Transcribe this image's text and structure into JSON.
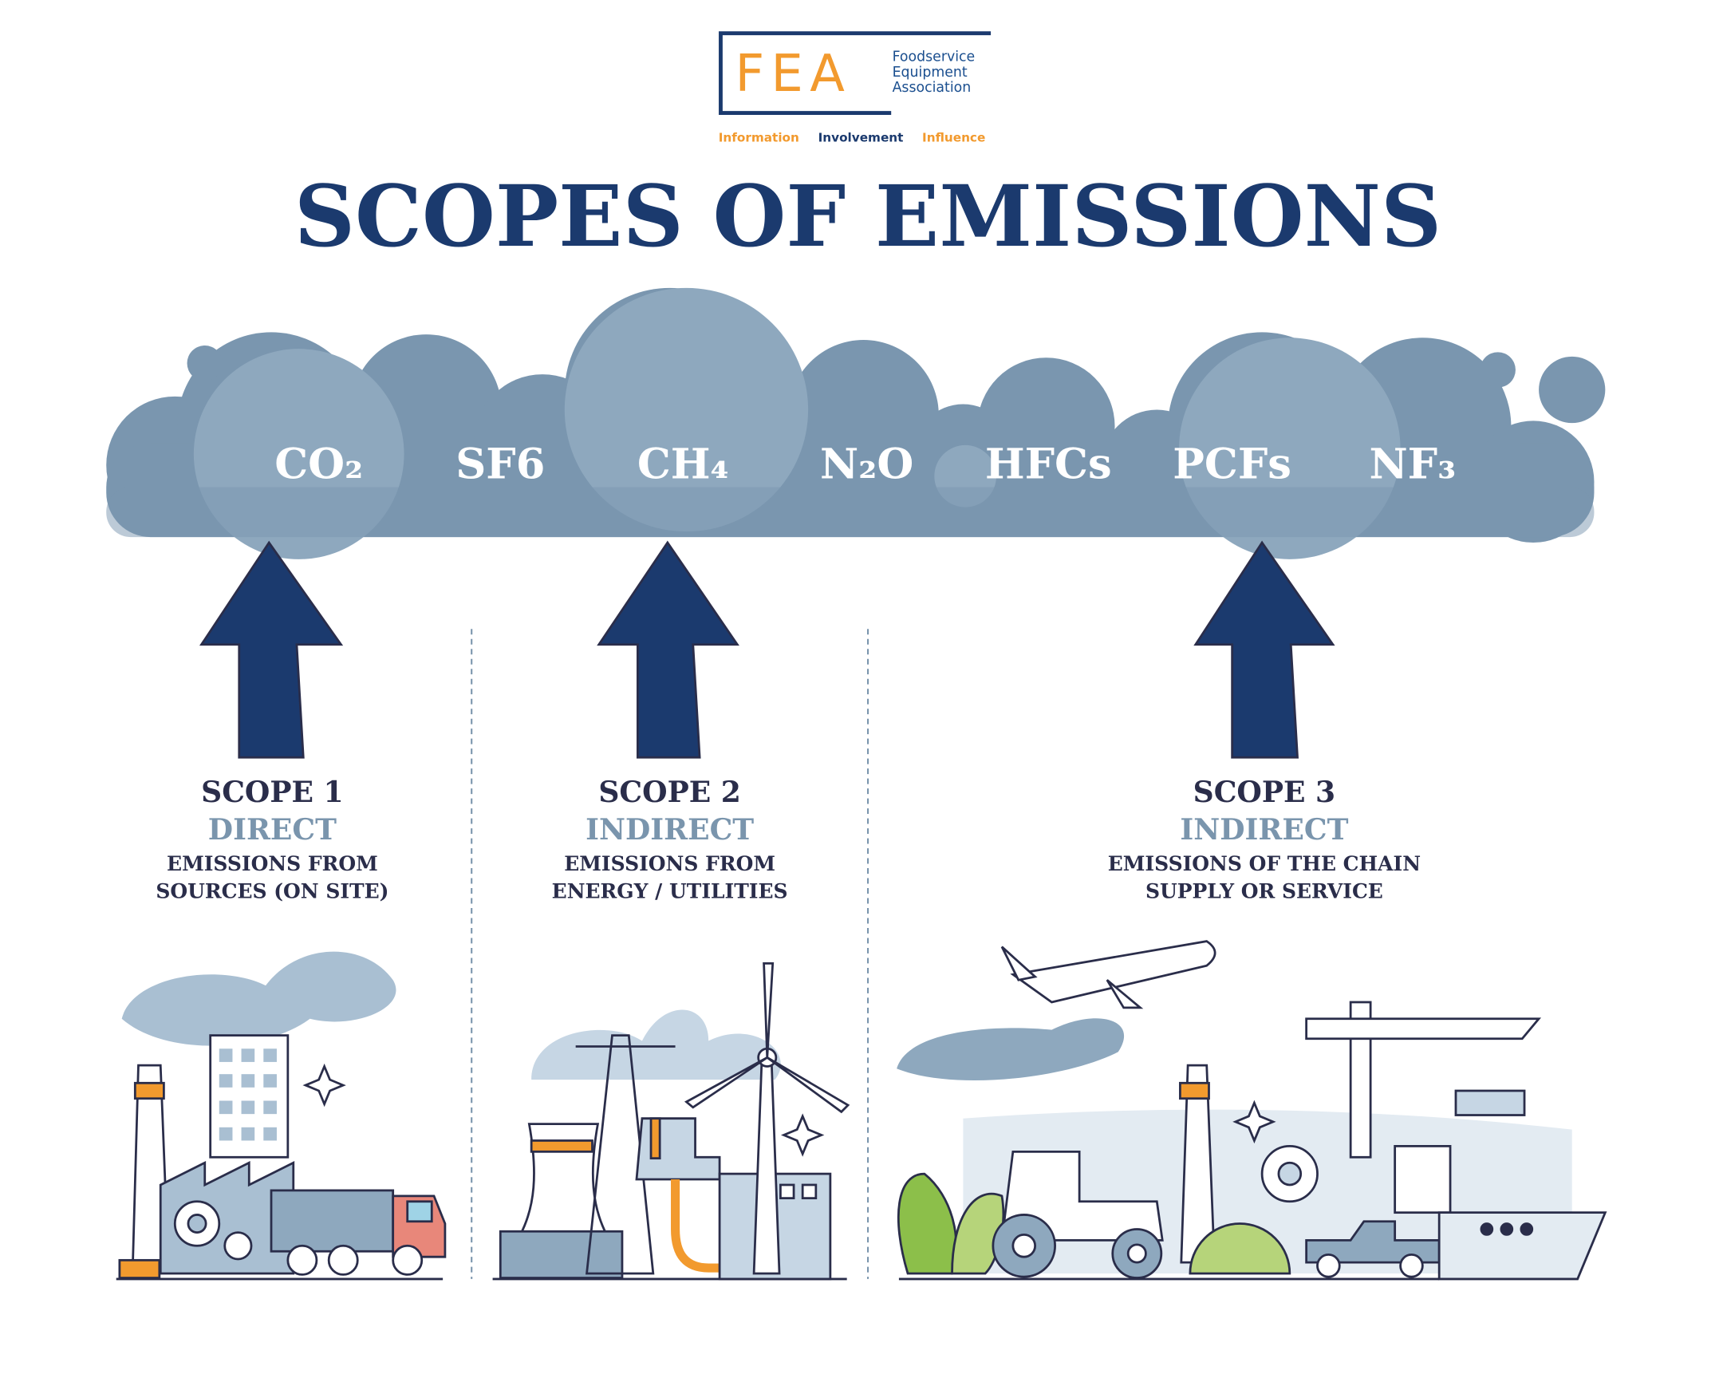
{
  "logo": {
    "letters": "FEA",
    "name_lines": [
      "Foodservice",
      "Equipment",
      "Association"
    ],
    "tagline": [
      "Information",
      "Involvement",
      "Influence"
    ]
  },
  "title": "SCOPES OF EMISSIONS",
  "gases": [
    "CO₂",
    "SF6",
    "CH₄",
    "N₂O",
    "HFCs",
    "PCFs",
    "NF₃"
  ],
  "scopes": [
    {
      "heading": "SCOPE 1",
      "type": "DIRECT",
      "desc": [
        "EMISSIONS FROM",
        "SOURCES (ON SITE)"
      ],
      "illustration": "factory-truck"
    },
    {
      "heading": "SCOPE 2",
      "type": "INDIRECT",
      "desc": [
        "EMISSIONS FROM",
        "ENERGY / UTILITIES"
      ],
      "illustration": "power-plant-wind-turbine-plug"
    },
    {
      "heading": "SCOPE 3",
      "type": "INDIRECT",
      "desc": [
        "EMISSIONS OF THE CHAIN",
        "SUPPLY OR SERVICE"
      ],
      "illustration": "airplane-crane-tractor-ship"
    }
  ],
  "colors": {
    "navy": "#1b3a6e",
    "dark_text": "#2a2d4a",
    "steel": "#7a95ad",
    "cloud": "#7a96af",
    "cloud_light": "#94aec4",
    "orange": "#f29a2e",
    "green": "#8cbf4a"
  }
}
